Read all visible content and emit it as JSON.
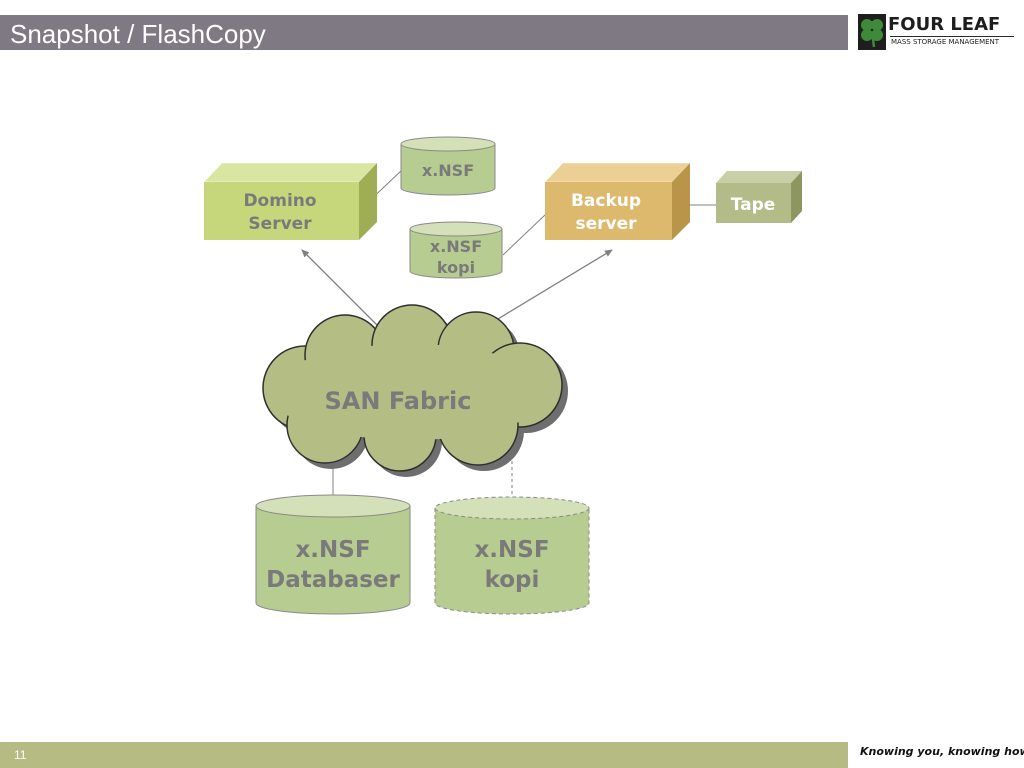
{
  "header": {
    "title": "Snapshot / FlashCopy"
  },
  "logo": {
    "name": "FOUR LEAF",
    "tagline": "MASS STORAGE MANAGEMENT"
  },
  "diagram": {
    "domino_server": {
      "line1": "Domino",
      "line2": "Server"
    },
    "nsf_top": {
      "label": "x.NSF"
    },
    "nsf_copy_small": {
      "line1": "x.NSF",
      "line2": "kopi"
    },
    "backup_server": {
      "line1": "Backup",
      "line2": "server"
    },
    "tape": {
      "label": "Tape"
    },
    "san": {
      "label": "SAN Fabric"
    },
    "database": {
      "line1": "x.NSF",
      "line2": "Databaser"
    },
    "database_copy": {
      "line1": "x.NSF",
      "line2": "kopi"
    }
  },
  "colors": {
    "title_bar": "#7f7983",
    "footer_bar": "#b5bb83",
    "domino_front": "#c6d67a",
    "backup_front": "#dcb96c",
    "cylinder": "#b7cc91",
    "cloud": "#b3bd84"
  },
  "footer": {
    "page": "11",
    "slogan": "Knowing you, knowing how"
  }
}
